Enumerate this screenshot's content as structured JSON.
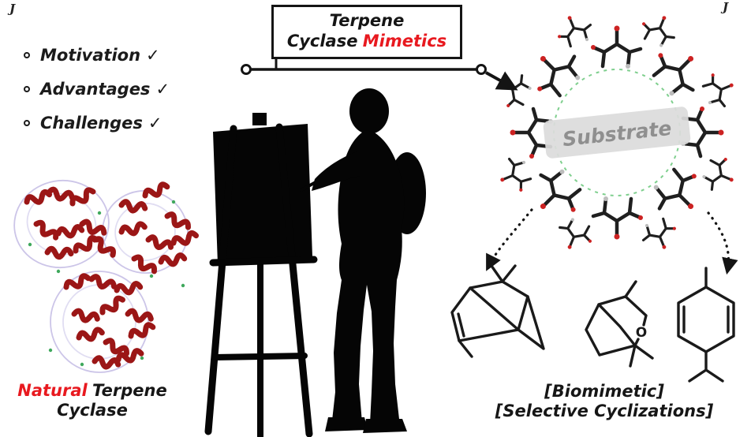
{
  "corner_marks": {
    "left": "J",
    "right": "J"
  },
  "title": {
    "line1": "Terpene",
    "line2_black": "Cyclase",
    "line2_red": "Mimetics"
  },
  "bullets": [
    {
      "label": "Motivation",
      "check": "✓"
    },
    {
      "label": "Advantages",
      "check": "✓"
    },
    {
      "label": "Challenges",
      "check": "✓"
    }
  ],
  "protein_caption": {
    "word_red": "Natural",
    "word_black": "Terpene",
    "line2": "Cyclase"
  },
  "cage": {
    "substrate_label": "Substrate"
  },
  "products": {
    "oxygen_label": "O"
  },
  "captions": {
    "biomimetic": "[Biomimetic]",
    "selective": "[Selective Cyclizations]"
  },
  "colors": {
    "accent_red": "#e8191f",
    "ink": "#161616",
    "protein_red": "#9b1616",
    "outline_lavender": "#c7bfe6",
    "hbond_green": "#7fcf8e",
    "substrate_text": "#8f8f8f",
    "substrate_band": "#dcdcdc"
  }
}
